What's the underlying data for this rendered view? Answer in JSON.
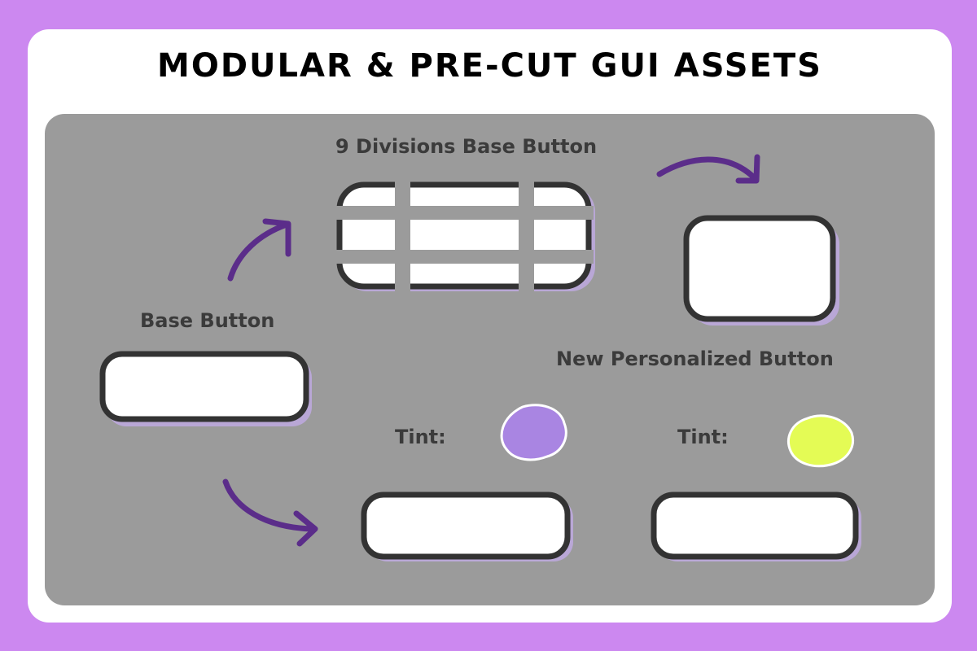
{
  "title": "MODULAR & PRE-CUT GUI ASSETS",
  "labels": {
    "base_button": "Base Button",
    "nine_divisions": "9 Divisions Base Button",
    "new_personalized": "New Personalized Button",
    "tint_1": "Tint:",
    "tint_2": "Tint:"
  },
  "colors": {
    "page_background": "#cc88f0",
    "card": "#ffffff",
    "panel": "#9b9b9b",
    "arrow": "#5b2d8a",
    "button_fill": "#ffffff",
    "button_outline": "#333333",
    "button_shadow": "#b9a7d6",
    "tint_1": "#a985e2",
    "tint_2": "#e4fb55",
    "label_text": "#3b3b3b"
  },
  "icons": {
    "arrow": "curved-arrow-icon",
    "tint": "paint-blob-icon"
  }
}
